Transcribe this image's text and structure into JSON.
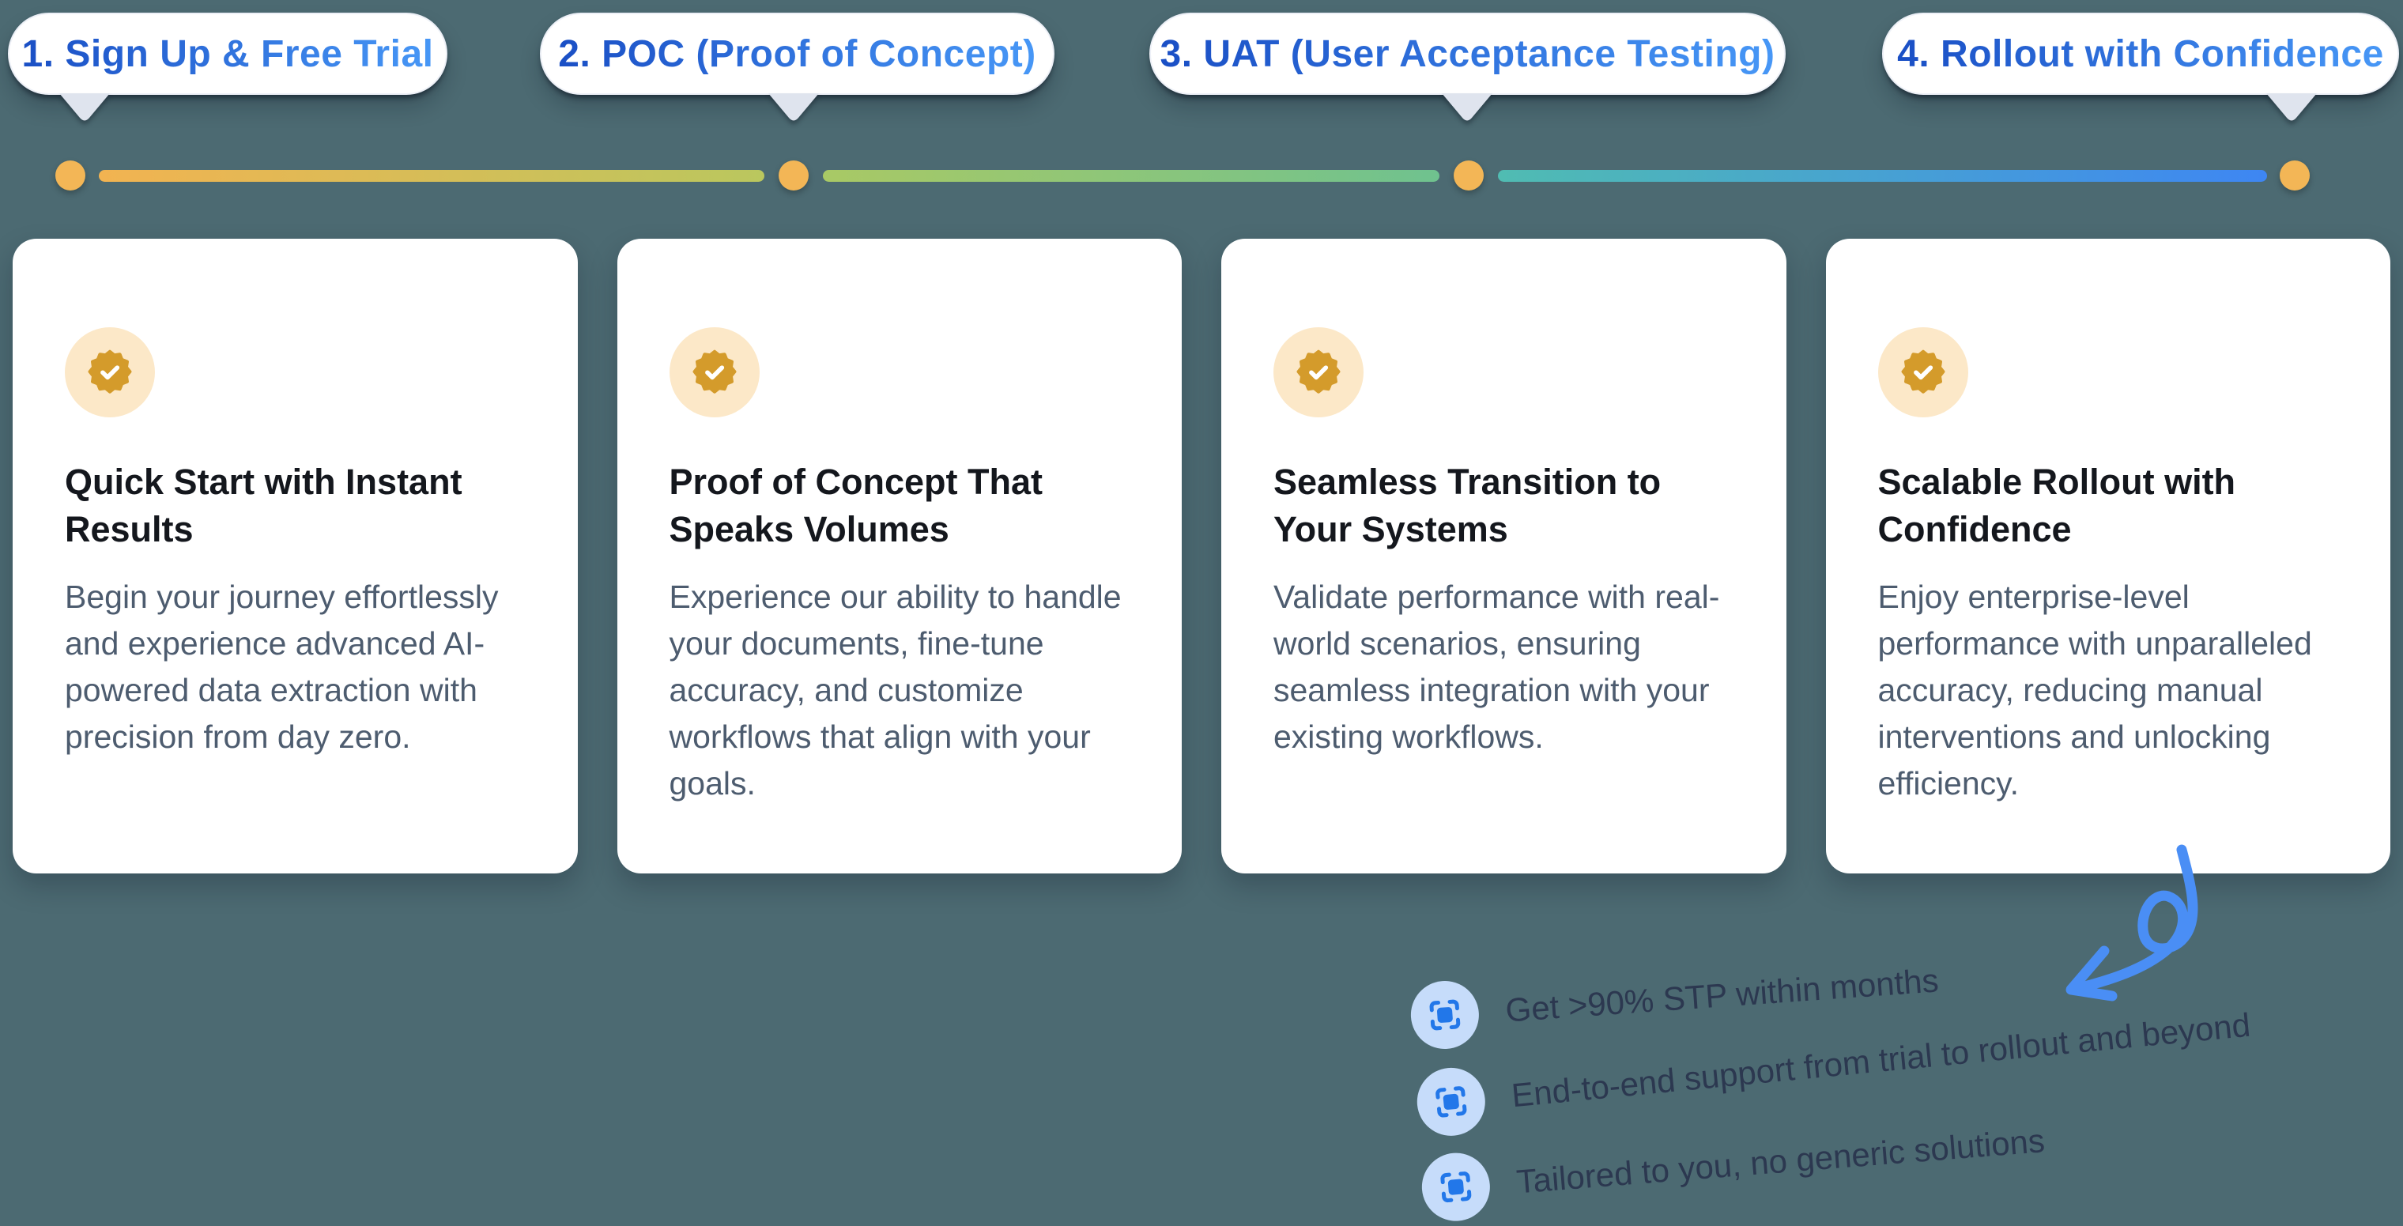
{
  "steps": [
    {
      "label": "1. Sign Up & Free Trial",
      "title": "Quick Start with Instant Results",
      "description": "Begin your journey effortlessly and experience advanced AI-powered data extraction with precision from day zero."
    },
    {
      "label": "2. POC (Proof of Concept)",
      "title": "Proof of Concept That Speaks Volumes",
      "description": "Experience our ability to handle your documents, fine-tune accuracy, and customize workflows that align with your goals."
    },
    {
      "label": "3. UAT (User Acceptance Testing)",
      "title": "Seamless Transition to Your Systems",
      "description": "Validate performance with real-world scenarios, ensuring seamless integration with your existing workflows."
    },
    {
      "label": "4. Rollout with Confidence",
      "title": "Scalable Rollout with Confidence",
      "description": "Enjoy enterprise-level performance with unparalleled accuracy, reducing manual interventions and unlocking efficiency."
    }
  ],
  "highlights": [
    "Get >90% STP within months",
    "End-to-end support from trial to rollout and beyond",
    "Tailored to you, no generic solutions"
  ],
  "icons": {
    "card_icon": "badge-check-icon",
    "highlight_icon": "scan-frame-icon",
    "annotation": "hand-drawn-arrow-icon"
  },
  "colors": {
    "background": "#4c6a72",
    "pill_text_gradient_start": "#1a4fc5",
    "pill_text_gradient_end": "#4797f6",
    "timeline_gradient": [
      "#f2b351",
      "#bac75e",
      "#a9c965",
      "#6fc28f",
      "#50bcb2",
      "#3e86f3"
    ],
    "timeline_node": "#f3b656",
    "card_background": "#ffffff",
    "card_title": "#14171d",
    "card_body": "#4d5c6f",
    "badge_circle": "#fce8c8",
    "badge_seal": "#d49b2b",
    "highlight_circle": "#c6dcfa",
    "highlight_glyph": "#2277e9",
    "highlight_text": "#2c3850",
    "arrow": "#4a8ef5"
  }
}
